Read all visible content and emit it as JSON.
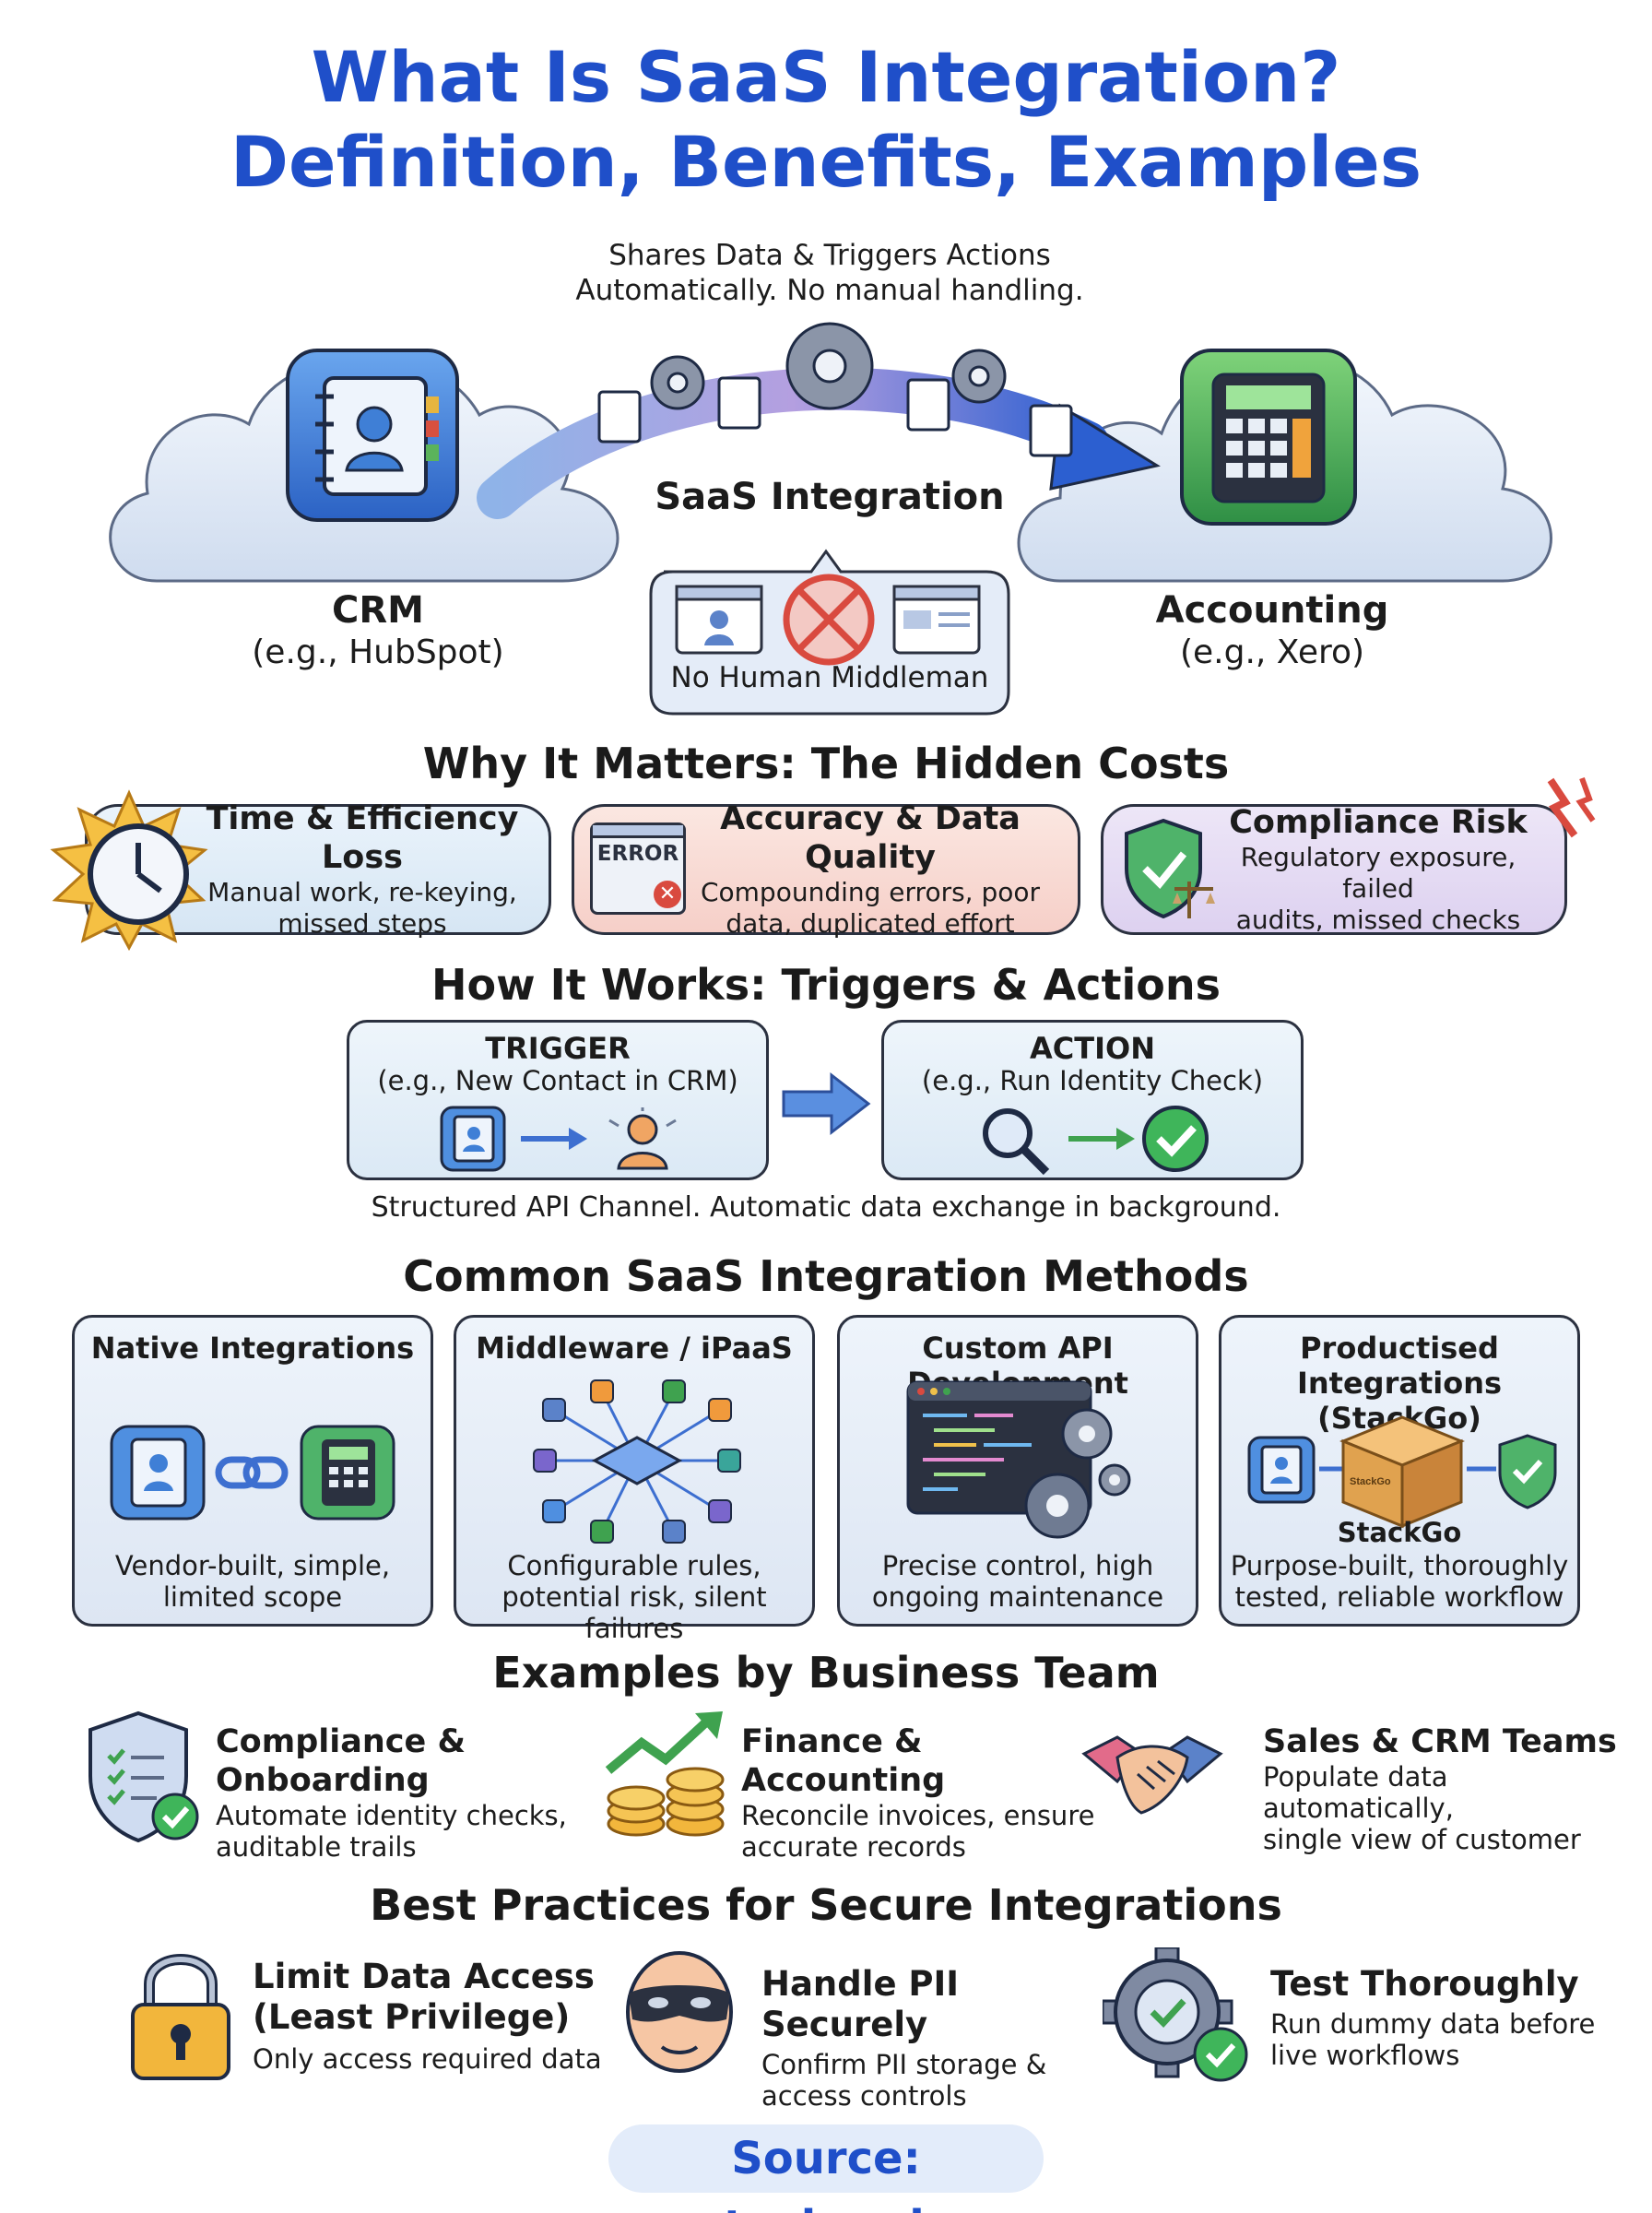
{
  "title": {
    "line1": "What Is SaaS Integration?",
    "line2": "Definition, Benefits, Examples"
  },
  "hero": {
    "caption_line1": "Shares Data & Triggers Actions",
    "caption_line2": "Automatically. No manual handling.",
    "center_label": "SaaS Integration",
    "bubble_label": "No Human Middleman",
    "left_app": "CRM",
    "left_example": "(e.g., HubSpot)",
    "right_app": "Accounting",
    "right_example": "(e.g., Xero)"
  },
  "hidden_costs": {
    "heading": "Why It Matters: The Hidden Costs",
    "cards": [
      {
        "title": "Time & Efficiency Loss",
        "line1": "Manual work, re-keying,",
        "line2": "missed steps",
        "icon": "clock-icon"
      },
      {
        "title": "Accuracy & Data Quality",
        "line1": "Compounding errors, poor",
        "line2": "data, duplicated effort",
        "icon": "error-window-icon",
        "error_label": "ERROR"
      },
      {
        "title": "Compliance Risk",
        "line1": "Regulatory exposure, failed",
        "line2": "audits, missed checks",
        "icon": "shield-scale-icon"
      }
    ]
  },
  "how_it_works": {
    "heading": "How It Works: Triggers & Actions",
    "trigger_title": "TRIGGER",
    "trigger_sub": "(e.g., New Contact in CRM)",
    "action_title": "ACTION",
    "action_sub": "(e.g., Run Identity Check)",
    "footnote": "Structured API Channel. Automatic data exchange in background."
  },
  "methods": {
    "heading": "Common SaaS Integration Methods",
    "items": [
      {
        "title1": "Native Integrations",
        "title2": "",
        "desc1": "Vendor-built, simple,",
        "desc2": "limited scope"
      },
      {
        "title1": "Middleware / iPaaS",
        "title2": "",
        "desc1": "Configurable rules,",
        "desc2": "potential risk, silent failures"
      },
      {
        "title1": "Custom API Development",
        "title2": "",
        "desc1": "Precise control, high",
        "desc2": "ongoing maintenance"
      },
      {
        "title1": "Productised Integrations",
        "title2": "(StackGo)",
        "desc1": "Purpose-built, thoroughly",
        "desc2": "tested, reliable workflow",
        "box_label": "StackGo",
        "under_label": "StackGo"
      }
    ]
  },
  "examples": {
    "heading": "Examples by Business Team",
    "items": [
      {
        "title": "Compliance & Onboarding",
        "line1": "Automate identity checks,",
        "line2": "auditable trails"
      },
      {
        "title": "Finance & Accounting",
        "line1": "Reconcile invoices, ensure",
        "line2": "accurate records"
      },
      {
        "title": "Sales & CRM Teams",
        "line1": "Populate data automatically,",
        "line2": "single view of customer"
      }
    ]
  },
  "practices": {
    "heading": "Best Practices for Secure Integrations",
    "items": [
      {
        "title1": "Limit Data Access",
        "title2": "(Least Privilege)",
        "line1": "Only access required data",
        "line2": ""
      },
      {
        "title1": "Handle PII Securely",
        "title2": "",
        "line1": "Confirm PII storage &",
        "line2": "access controls"
      },
      {
        "title1": "Test Thoroughly",
        "title2": "",
        "line1": "Run dummy data before",
        "line2": "live workflows"
      }
    ]
  },
  "source": "Source: stackgo.io",
  "colors": {
    "title_blue": "#1f4fc9",
    "crm_blue": "#3f7fd6",
    "accounting_green": "#3fa24f",
    "check_green": "#2fb24c",
    "error_red": "#d94a3f"
  }
}
